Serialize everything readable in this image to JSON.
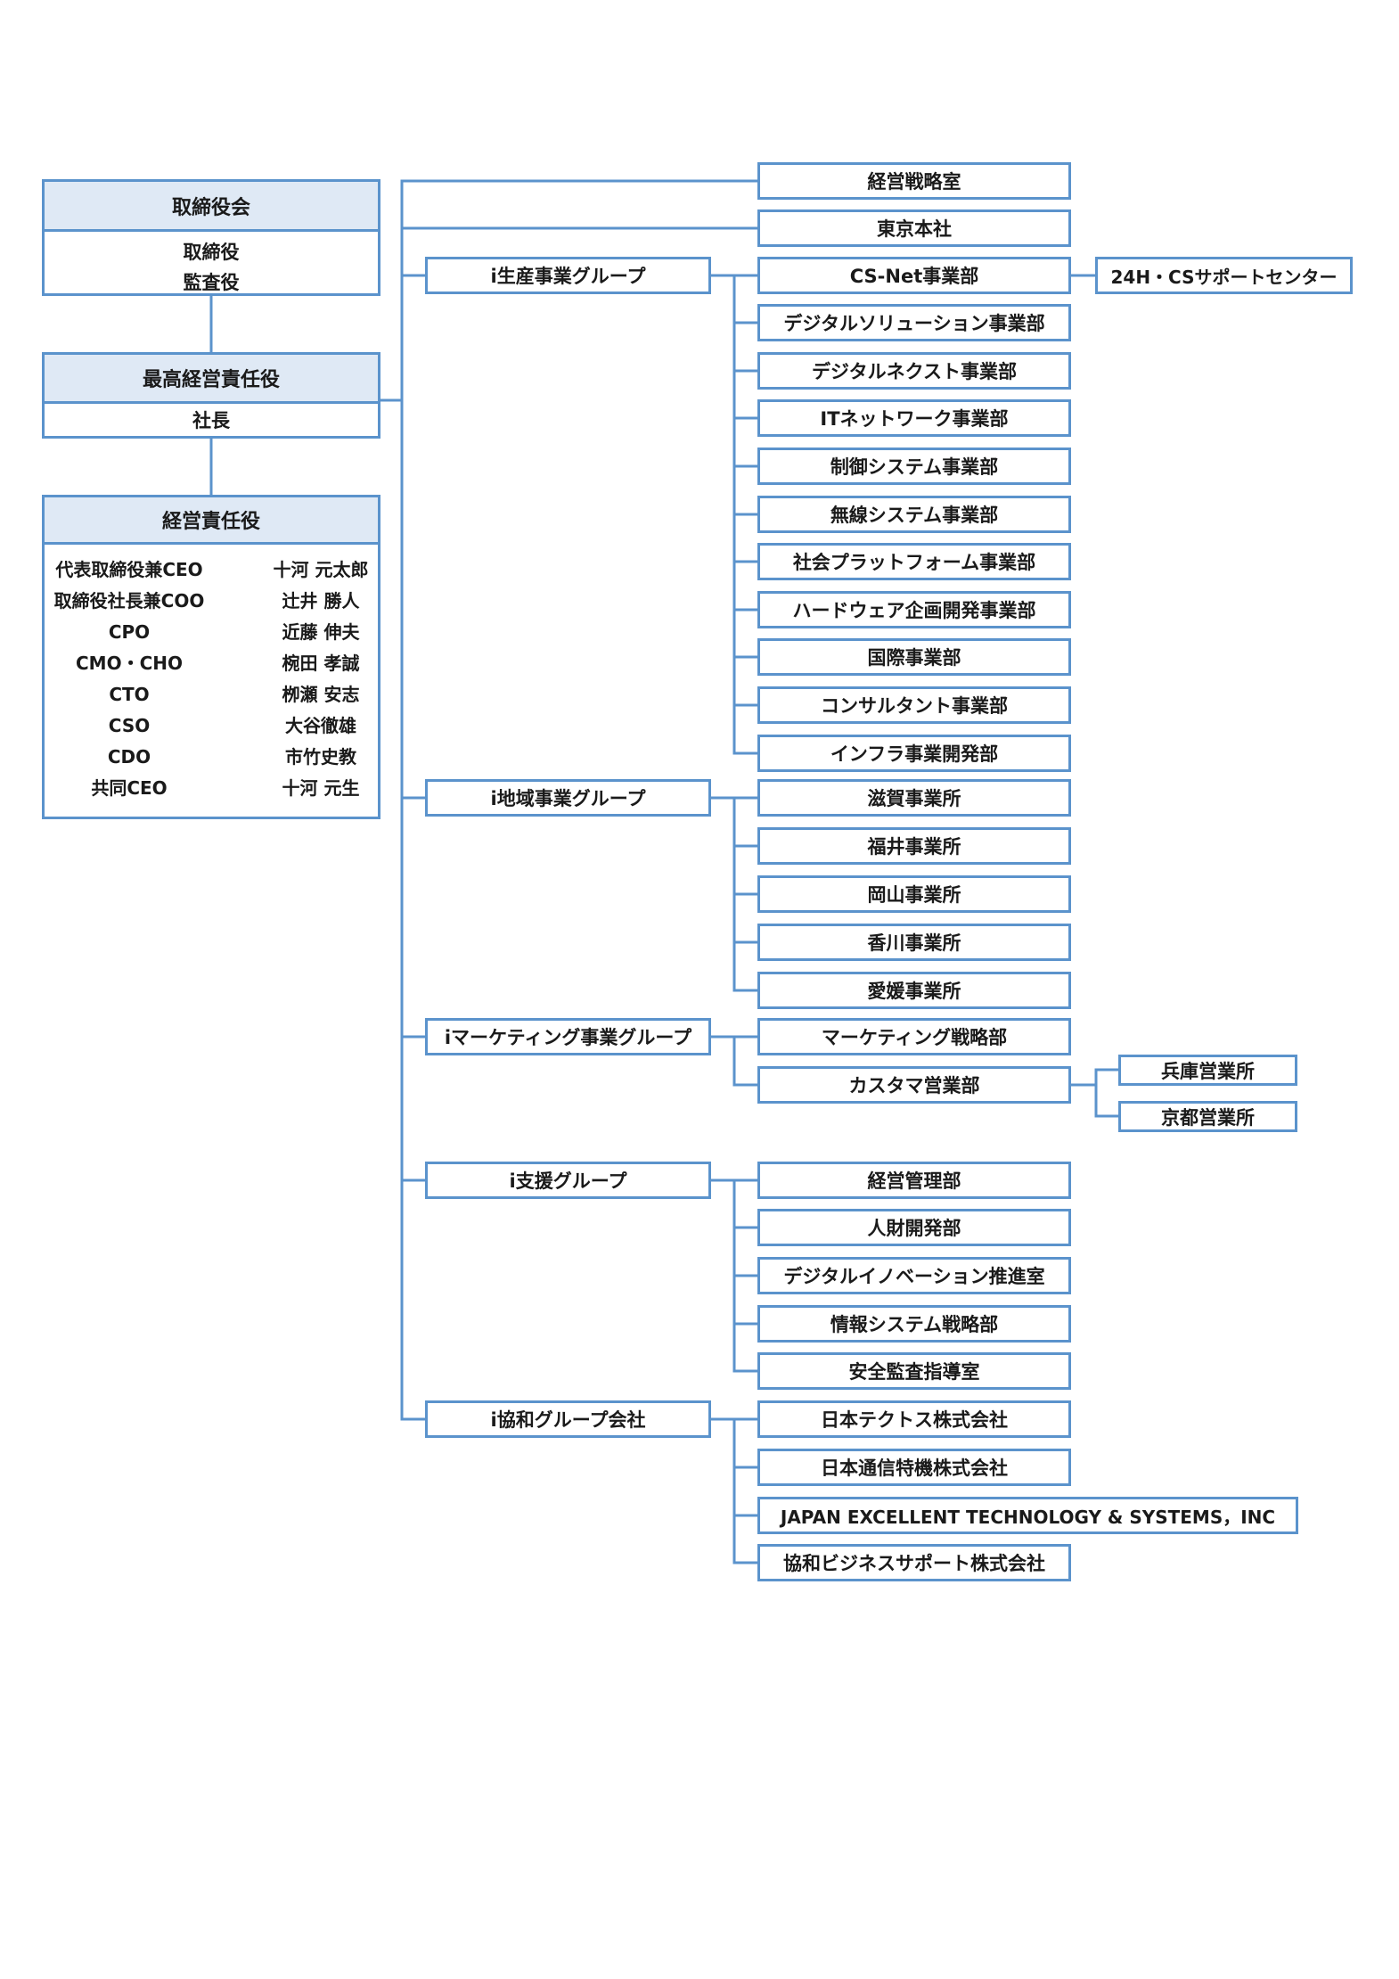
{
  "board": {
    "title": "取締役会",
    "members": [
      "取締役",
      "監査役"
    ]
  },
  "top_exec": {
    "title": "最高経営責任役",
    "role": "社長"
  },
  "executives": {
    "title": "経営責任役",
    "rows": [
      {
        "role": "代表取締役兼CEO",
        "name": "十河 元太郎"
      },
      {
        "role": "取締役社長兼COO",
        "name": "辻井 勝人"
      },
      {
        "role": "CPO",
        "name": "近藤 伸夫"
      },
      {
        "role": "CMO・CHO",
        "name": "椀田 孝誠"
      },
      {
        "role": "CTO",
        "name": "栁瀬 安志"
      },
      {
        "role": "CSO",
        "name": "大谷徹雄"
      },
      {
        "role": "CDO",
        "name": "市竹史教"
      },
      {
        "role": "共同CEO",
        "name": "十河 元生"
      }
    ]
  },
  "direct": [
    "経営戦略室",
    "東京本社"
  ],
  "groups": {
    "production": {
      "name": "i生産事業グループ",
      "units": [
        "CS-Net事業部",
        "デジタルソリューション事業部",
        "デジタルネクスト事業部",
        "ITネットワーク事業部",
        "制御システム事業部",
        "無線システム事業部",
        "社会プラットフォーム事業部",
        "ハードウェア企画開発事業部",
        "国際事業部",
        "コンサルタント事業部",
        "インフラ事業開発部"
      ],
      "cs_center": "24H・CSサポートセンター"
    },
    "regional": {
      "name": "i地域事業グループ",
      "units": [
        "滋賀事業所",
        "福井事業所",
        "岡山事業所",
        "香川事業所",
        "愛媛事業所"
      ]
    },
    "marketing": {
      "name": "iマーケティング事業グループ",
      "units": [
        "マーケティング戦略部",
        "カスタマ営業部"
      ],
      "sales_offices": [
        "兵庫営業所",
        "京都営業所"
      ]
    },
    "support": {
      "name": "i支援グループ",
      "units": [
        "経営管理部",
        "人財開発部",
        "デジタルイノベーション推進室",
        "情報システム戦略部",
        "安全監査指導室"
      ]
    },
    "kyowa": {
      "name": "i協和グループ会社",
      "units": [
        "日本テクトス株式会社",
        "日本通信特機株式会社",
        "JAPAN EXCELLENT TECHNOLOGY & SYSTEMS，INC",
        "協和ビジネスサポート株式会社"
      ]
    }
  },
  "colors": {
    "line": "#5b93cc",
    "header_fill": "#dfe9f5"
  }
}
